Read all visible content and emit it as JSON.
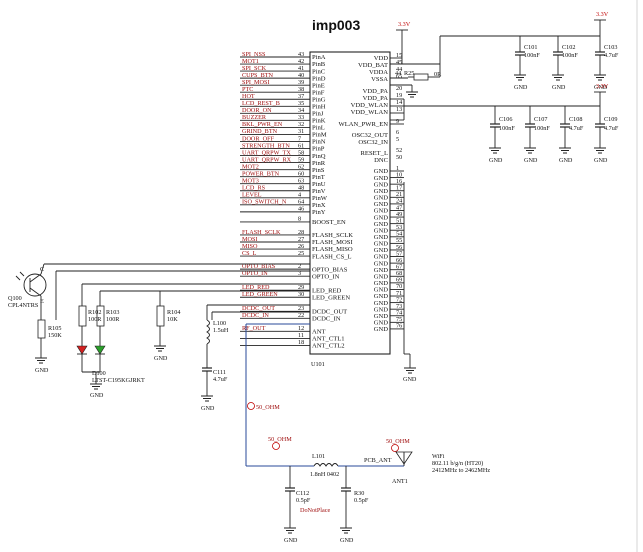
{
  "chip": {
    "title": "imp003",
    "ref": "U101",
    "left_pins": [
      {
        "net": "SPI_NSS",
        "num": "43",
        "name": "PinA"
      },
      {
        "net": "MOT1",
        "num": "42",
        "name": "PinB"
      },
      {
        "net": "SPI_SCK",
        "num": "41",
        "name": "PinC"
      },
      {
        "net": "CUPS_BTN",
        "num": "40",
        "name": "PinD"
      },
      {
        "net": "SPI_MOSI",
        "num": "39",
        "name": "PinE"
      },
      {
        "net": "PTC",
        "num": "38",
        "name": "PinF"
      },
      {
        "net": "HOT",
        "num": "37",
        "name": "PinG"
      },
      {
        "net": "LCD_REST_B",
        "num": "35",
        "name": "PinH"
      },
      {
        "net": "DOOR_ON",
        "num": "34",
        "name": "PinJ"
      },
      {
        "net": "BUZZER",
        "num": "33",
        "name": "PinK"
      },
      {
        "net": "BKL_PWR_EN",
        "num": "32",
        "name": "PinL"
      },
      {
        "net": "GRIND_BTN",
        "num": "31",
        "name": "PinM"
      },
      {
        "net": "DOOR_OFF",
        "num": "7",
        "name": "PinN"
      },
      {
        "net": "STRENGTH_BTN",
        "num": "61",
        "name": "PinP"
      },
      {
        "net": "UART_QRPW_TX",
        "num": "58",
        "name": "PinQ"
      },
      {
        "net": "UART_QRPW_RX",
        "num": "59",
        "name": "PinR"
      },
      {
        "net": "MOT2",
        "num": "62",
        "name": "PinS"
      },
      {
        "net": "POWER_BTN",
        "num": "60",
        "name": "PinT"
      },
      {
        "net": "MOT3",
        "num": "63",
        "name": "PinU"
      },
      {
        "net": "LCD_RS",
        "num": "48",
        "name": "PinV"
      },
      {
        "net": "LEVEL",
        "num": "4",
        "name": "PinW"
      },
      {
        "net": "ISO_SWITCH_N",
        "num": "64",
        "name": "PinX"
      },
      {
        "net": "",
        "num": "46",
        "name": "PinY"
      },
      {
        "net": "",
        "num": "8",
        "name": "BOOST_EN"
      },
      {
        "net": "FLASH_SCLK",
        "num": "28",
        "name": "FLASH_SCLK"
      },
      {
        "net": "MOSI",
        "num": "27",
        "name": "FLASH_MOSI"
      },
      {
        "net": "MISO",
        "num": "26",
        "name": "FLASH_MISO"
      },
      {
        "net": "CS_L",
        "num": "25",
        "name": "FLASH_CS_L"
      },
      {
        "net": "OPTO_BIAS",
        "num": "2",
        "name": "OPTO_BIAS"
      },
      {
        "net": "OPTO_IN",
        "num": "3",
        "name": "OPTO_IN"
      },
      {
        "net": "LED_RED",
        "num": "29",
        "name": "LED_RED"
      },
      {
        "net": "LED_GREEN",
        "num": "30",
        "name": "LED_GREEN"
      },
      {
        "net": "DCDC_OUT",
        "num": "23",
        "name": "DCDC_OUT"
      },
      {
        "net": "DCDC_IN",
        "num": "22",
        "name": "DCDC_IN"
      },
      {
        "net": "RF_OUT",
        "num": "12",
        "name": "ANT"
      },
      {
        "net": "",
        "num": "11",
        "name": "ANT_CTL1"
      },
      {
        "net": "",
        "num": "18",
        "name": "ANT_CTL2"
      }
    ],
    "right_pins": [
      {
        "name": "VDD",
        "num": "15"
      },
      {
        "name": "VDD_BAT",
        "num": "45"
      },
      {
        "name": "VDDA",
        "num": "44"
      },
      {
        "name": "VSSA",
        "num": "65"
      },
      {
        "name": "VDD_PA",
        "num": "20"
      },
      {
        "name": "VDD_PA",
        "num": "19"
      },
      {
        "name": "VDD_WLAN",
        "num": "14"
      },
      {
        "name": "VDD_WLAN",
        "num": "13"
      },
      {
        "name": "WLAN_PWR_EN",
        "num": "9"
      },
      {
        "name": "OSC32_OUT",
        "num": "6"
      },
      {
        "name": "OSC32_IN",
        "num": "5"
      },
      {
        "name": "RESET_L",
        "num": "52"
      },
      {
        "name": "DNC",
        "num": "50"
      },
      {
        "name": "GND",
        "num": "1"
      },
      {
        "name": "GND",
        "num": "10"
      },
      {
        "name": "GND",
        "num": "16"
      },
      {
        "name": "GND",
        "num": "17"
      },
      {
        "name": "GND",
        "num": "21"
      },
      {
        "name": "GND",
        "num": "24"
      },
      {
        "name": "GND",
        "num": "47"
      },
      {
        "name": "GND",
        "num": "49"
      },
      {
        "name": "GND",
        "num": "51"
      },
      {
        "name": "GND",
        "num": "53"
      },
      {
        "name": "GND",
        "num": "54"
      },
      {
        "name": "GND",
        "num": "55"
      },
      {
        "name": "GND",
        "num": "56"
      },
      {
        "name": "GND",
        "num": "57"
      },
      {
        "name": "GND",
        "num": "66"
      },
      {
        "name": "GND",
        "num": "67"
      },
      {
        "name": "GND",
        "num": "68"
      },
      {
        "name": "GND",
        "num": "69"
      },
      {
        "name": "GND",
        "num": "70"
      },
      {
        "name": "GND",
        "num": "71"
      },
      {
        "name": "GND",
        "num": "72"
      },
      {
        "name": "GND",
        "num": "73"
      },
      {
        "name": "GND",
        "num": "74"
      },
      {
        "name": "GND",
        "num": "75"
      },
      {
        "name": "GND",
        "num": "76"
      }
    ]
  },
  "power": {
    "rail": "3.3V",
    "rail2": "3.3V",
    "rail3": "3.3V"
  },
  "decoupling_top": [
    {
      "ref": "C101",
      "value": "100nF"
    },
    {
      "ref": "C102",
      "value": "100nF"
    },
    {
      "ref": "C103",
      "value": "4.7uF"
    }
  ],
  "decoupling_mid": [
    {
      "ref": "C106",
      "value": "100nF"
    },
    {
      "ref": "C107",
      "value": "100nF"
    },
    {
      "ref": "C108",
      "value": "4.7uF"
    },
    {
      "ref": "C109",
      "value": "4.7uF"
    }
  ],
  "vdda_filter": {
    "ref": "R25",
    "net": "0R"
  },
  "transistor": {
    "ref": "Q100",
    "part": "CPL4NTRS"
  },
  "r105": {
    "ref": "R105",
    "value": "150K"
  },
  "r102": {
    "ref": "R102",
    "value": "100R"
  },
  "r103": {
    "ref": "R103",
    "value": "100R"
  },
  "r104": {
    "ref": "R104",
    "value": "10K"
  },
  "led": {
    "ref": "D100",
    "part": "LTST-C195KGJRKT"
  },
  "inductor": {
    "ref": "L100",
    "value": "1.5uH"
  },
  "c111": {
    "ref": "C111",
    "value": "4.7uF"
  },
  "rf": {
    "impedance_main": "50_OHM",
    "impedance_left": "50_OHM",
    "impedance_right": "50_OHM",
    "l101_ref": "L101",
    "l101_value": "1.8nH 0402",
    "pcb_ant": "PCB_ANT",
    "c112_ref": "C112",
    "c112_value": "0.5pF",
    "c112_note": "DoNotPlace",
    "r30_ref": "R30",
    "r30_value": "0.5pF",
    "ant_ref": "ANT1",
    "wifi_title": "WiFi",
    "wifi_std": "802.11 b/g/n (HT20)",
    "wifi_band": "2412MHz to 2462MHz"
  },
  "gnd_label": "GND"
}
